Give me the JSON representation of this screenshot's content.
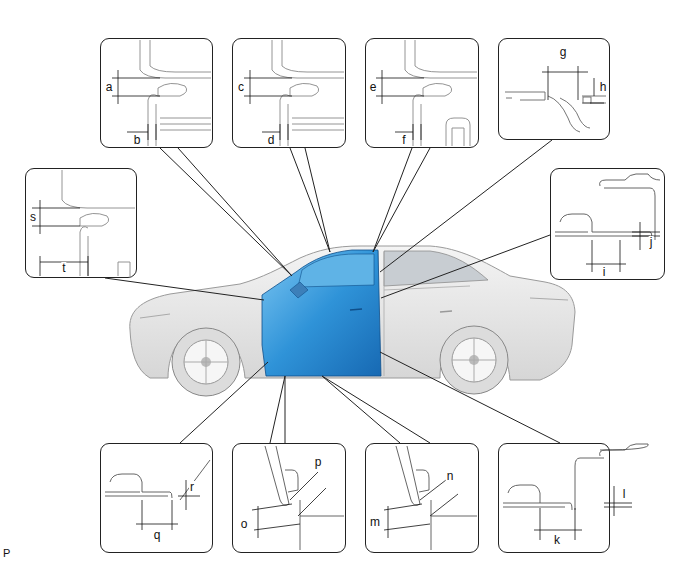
{
  "diagram": {
    "nodes": [
      {
        "text": [
          "a",
          "b"
        ]
      },
      {
        "text": [
          "c",
          "d"
        ]
      },
      {
        "text": [
          "e",
          "f"
        ]
      },
      {
        "text": [
          "g",
          "h"
        ]
      },
      {
        "text": [
          "s",
          "t"
        ]
      },
      {
        "text": [
          "j",
          "i"
        ]
      },
      {
        "text": [
          "r",
          "q"
        ]
      },
      {
        "text": [
          "o",
          "p"
        ]
      },
      {
        "text": [
          "m",
          "n"
        ]
      },
      {
        "text": [
          "l",
          "k"
        ]
      }
    ],
    "labels": [
      "P"
    ]
  }
}
